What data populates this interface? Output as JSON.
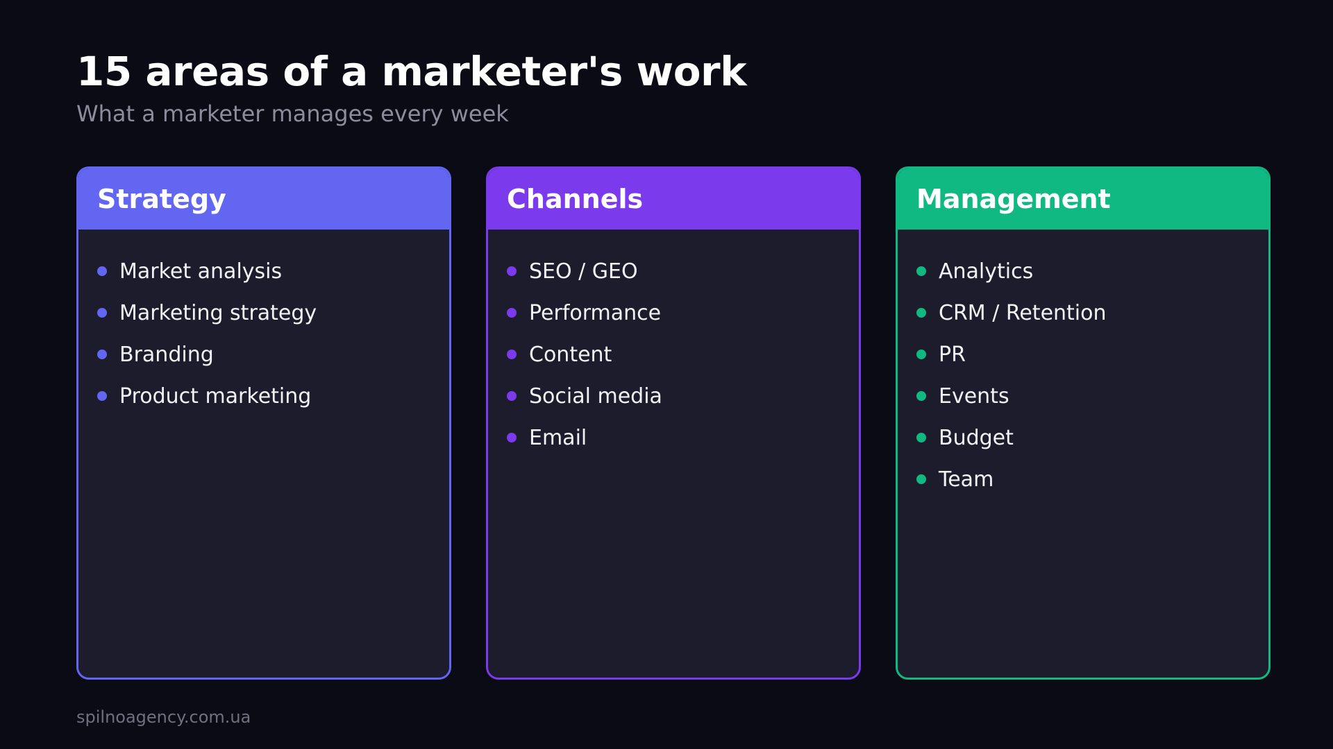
{
  "title": "15 areas of a marketer's work",
  "subtitle": "What a marketer manages every week",
  "cards": [
    {
      "title": "Strategy",
      "color": "#6366f1",
      "items": [
        "Market analysis",
        "Marketing strategy",
        "Branding",
        "Product marketing"
      ]
    },
    {
      "title": "Channels",
      "color": "#7c3aed",
      "items": [
        "SEO / GEO",
        "Performance",
        "Content",
        "Social media",
        "Email"
      ]
    },
    {
      "title": "Management",
      "color": "#10b981",
      "items": [
        "Analytics",
        "CRM / Retention",
        "PR",
        "Events",
        "Budget",
        "Team"
      ]
    }
  ],
  "footer": "spilnoagency.com.ua"
}
